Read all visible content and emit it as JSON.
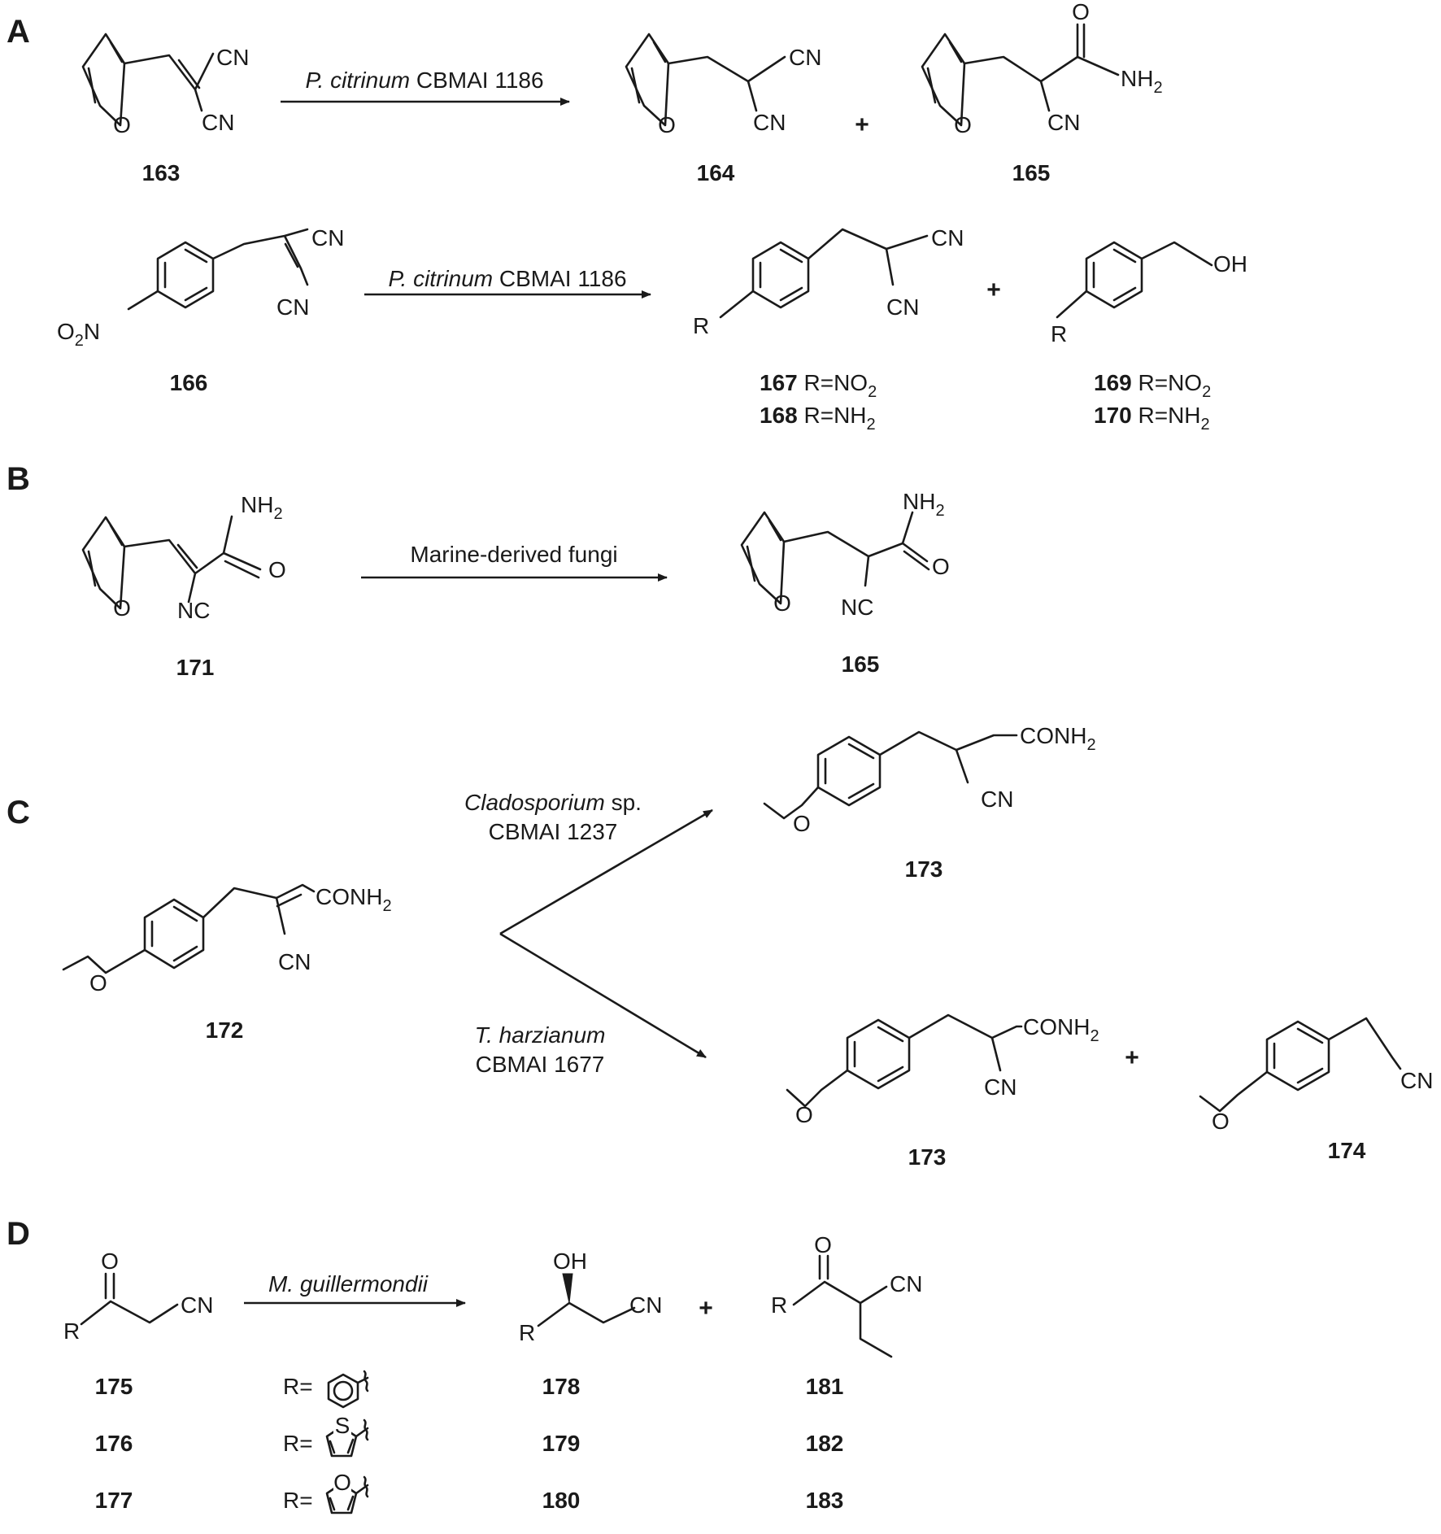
{
  "panels": {
    "a": "A",
    "b": "B",
    "c": "C",
    "d": "D"
  },
  "atoms": {
    "cn": "CN",
    "nc": "NC",
    "o": "O",
    "nh": "NH",
    "sub2": "2",
    "n": "N",
    "oh": "OH",
    "r": "R",
    "conh": "CONH",
    "s": "S",
    "r_eq": "R=",
    "eq": "="
  },
  "reactions": {
    "a1": {
      "organism": "P. citrinum",
      "strain": "CBMAI 1186"
    },
    "a2": {
      "organism": "P. citrinum",
      "strain": "CBMAI 1186"
    },
    "b": {
      "condition": "Marine-derived fungi"
    },
    "c_top": {
      "organism": "Cladosporium",
      "suffix": " sp.",
      "strain": "CBMAI 1237"
    },
    "c_bottom": {
      "organism": "T. harzianum",
      "strain": "CBMAI 1677"
    },
    "d": {
      "organism": "M. guillermondii"
    }
  },
  "plus": "+",
  "compounds": {
    "c163": "163",
    "c164": "164",
    "c165": "165",
    "c166": "166",
    "c167": "167",
    "c168": "168",
    "c169": "169",
    "c170": "170",
    "c171": "171",
    "c172": "172",
    "c173": "173",
    "c174": "174",
    "c175": "175",
    "c176": "176",
    "c177": "177",
    "c178": "178",
    "c179": "179",
    "c180": "180",
    "c181": "181",
    "c182": "182",
    "c183": "183"
  },
  "substituents": {
    "r_prefix": "R=",
    "no": "NO",
    "nh": "NH"
  }
}
